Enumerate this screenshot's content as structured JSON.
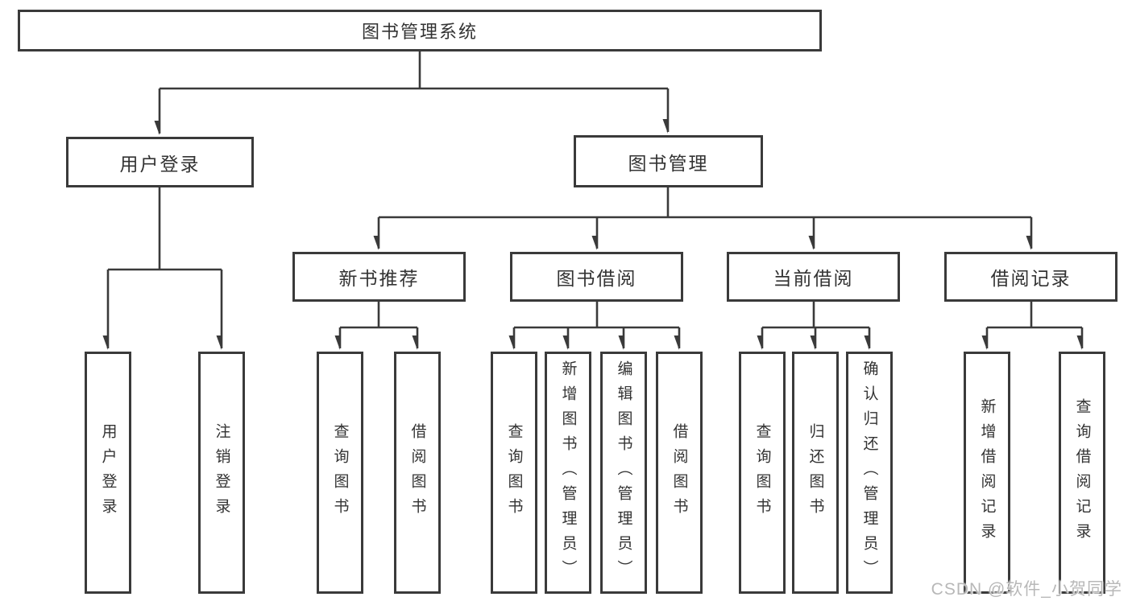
{
  "diagram": {
    "title": "图书管理系统",
    "root": {
      "label": "图书管理系统"
    },
    "level2": [
      {
        "label": "用户登录"
      },
      {
        "label": "图书管理"
      }
    ],
    "level3": [
      {
        "label": "新书推荐"
      },
      {
        "label": "图书借阅"
      },
      {
        "label": "当前借阅"
      },
      {
        "label": "借阅记录"
      }
    ],
    "leaves": [
      {
        "label": "用户登录"
      },
      {
        "label": "注销登录"
      },
      {
        "label": "查询图书"
      },
      {
        "label": "借阅图书"
      },
      {
        "label": "查询图书"
      },
      {
        "label": "新增图书（管理员）"
      },
      {
        "label": "编辑图书（管理员）"
      },
      {
        "label": "借阅图书"
      },
      {
        "label": "查询图书"
      },
      {
        "label": "归还图书"
      },
      {
        "label": "确认归还（管理员）"
      },
      {
        "label": "新增借阅记录"
      },
      {
        "label": "查询借阅记录"
      }
    ]
  },
  "watermark": {
    "text": "CSDN @软件_小贺同学"
  },
  "colors": {
    "line": "#3a3a3a",
    "text": "#333333",
    "background": "#ffffff",
    "watermark": "#b0b0b0"
  }
}
